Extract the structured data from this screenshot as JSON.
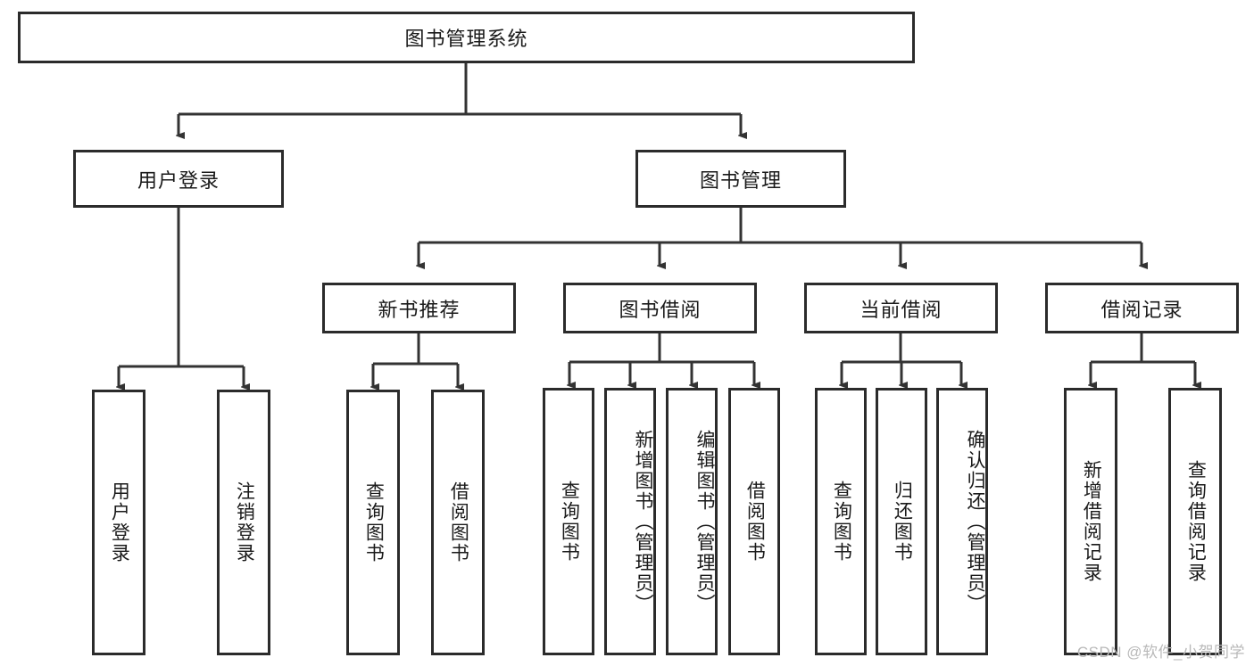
{
  "diagram": {
    "type": "tree-hierarchy-chart",
    "title_node": {
      "id": "root",
      "label": "图书管理系统"
    },
    "level2": [
      {
        "id": "user-login",
        "label": "用户登录"
      },
      {
        "id": "book-manage",
        "label": "图书管理"
      }
    ],
    "level3": [
      {
        "id": "new-book-rec",
        "label": "新书推荐",
        "parent": "book-manage"
      },
      {
        "id": "book-borrow",
        "label": "图书借阅",
        "parent": "book-manage"
      },
      {
        "id": "current-borrow",
        "label": "当前借阅",
        "parent": "book-manage"
      },
      {
        "id": "borrow-record",
        "label": "借阅记录",
        "parent": "book-manage"
      }
    ],
    "leaves": [
      {
        "id": "leaf-user-login",
        "label": "用户登录",
        "parent": "user-login",
        "align": "center"
      },
      {
        "id": "leaf-logout",
        "label": "注销登录",
        "parent": "user-login",
        "align": "center"
      },
      {
        "id": "leaf-query-book-1",
        "label": "查询图书",
        "parent": "new-book-rec",
        "align": "center"
      },
      {
        "id": "leaf-borrow-book-1",
        "label": "借阅图书",
        "parent": "new-book-rec",
        "align": "center"
      },
      {
        "id": "leaf-query-book-2",
        "label": "查询图书",
        "parent": "book-borrow",
        "align": "center"
      },
      {
        "id": "leaf-add-book",
        "label": "新增图书（管理员）",
        "parent": "book-borrow",
        "align": "top"
      },
      {
        "id": "leaf-edit-book",
        "label": "编辑图书（管理员）",
        "parent": "book-borrow",
        "align": "top"
      },
      {
        "id": "leaf-borrow-book-2",
        "label": "借阅图书",
        "parent": "book-borrow",
        "align": "center"
      },
      {
        "id": "leaf-query-book-3",
        "label": "查询图书",
        "parent": "current-borrow",
        "align": "center"
      },
      {
        "id": "leaf-return-book",
        "label": "归还图书",
        "parent": "current-borrow",
        "align": "center"
      },
      {
        "id": "leaf-confirm-return",
        "label": "确认归还（管理员）",
        "parent": "current-borrow",
        "align": "top"
      },
      {
        "id": "leaf-add-record",
        "label": "新增借阅记录",
        "parent": "borrow-record",
        "align": "center"
      },
      {
        "id": "leaf-query-record",
        "label": "查询借阅记录",
        "parent": "borrow-record",
        "align": "center"
      }
    ]
  },
  "watermark": {
    "text": "CSDN @软件_小贺同学"
  },
  "colors": {
    "border": "#2b2b2b",
    "background": "#ffffff",
    "text": "#1a1a1a",
    "connector": "#333333",
    "watermark": "#b9b9b9"
  }
}
